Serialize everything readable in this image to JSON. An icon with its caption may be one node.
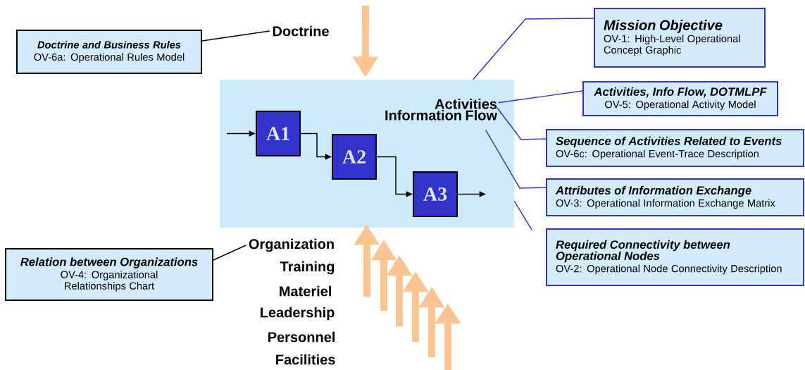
{
  "diagram": {
    "nodes": [
      {
        "text": [
          "Doctrine and Business Rules",
          "OV-6a:  Operational Rules Model"
        ]
      },
      {
        "text": [
          "Doctrine"
        ]
      },
      {
        "text": [
          "Activities Information Flow"
        ]
      },
      {
        "text": [
          "A1"
        ],
        "in": 2
      },
      {
        "text": [
          "A2"
        ],
        "in": 2
      },
      {
        "text": [
          "A3"
        ],
        "in": 2
      },
      {
        "text": [
          "Mission Objective",
          "OV-1:  High-Level Operational Concept Graphic"
        ]
      },
      {
        "text": [
          "Activities, Info Flow, DOTMLPF",
          "OV-5:  Operational Activity Model"
        ]
      },
      {
        "text": [
          "Sequence of Activities Related to Events",
          "OV-6c:  Operational Event-Trace Description"
        ]
      },
      {
        "text": [
          "Attributes of Information Exchange",
          "OV-3: Operational Information Exchange Matrix"
        ]
      },
      {
        "text": [
          "Required Connectivity between Operational Nodes",
          "OV-2: Operational Node Connectivity Description"
        ]
      },
      {
        "text": [
          "Relation between Organizations",
          "OV-4: Organizational Relationships Chart"
        ]
      },
      {
        "text": [
          "Organization"
        ]
      }
    ],
    "edges": [
      {
        "from": 0,
        "to": 1,
        "arrow": "none",
        "color": "#000000"
      },
      {
        "from": 11,
        "to": 12,
        "arrow": "none",
        "color": "#000000"
      },
      {
        "from": null,
        "to": 3,
        "arrow": "to",
        "color": "#000000"
      },
      {
        "from": 3,
        "to": 4,
        "arrow": "to",
        "color": "#000000"
      },
      {
        "from": 4,
        "to": 5,
        "arrow": "to",
        "color": "#000000"
      },
      {
        "from": 5,
        "to": null,
        "arrow": "to",
        "color": "#000000"
      },
      {
        "from": 2,
        "to": 6,
        "arrow": "none",
        "color": "#3333cc"
      },
      {
        "from": 2,
        "to": 7,
        "arrow": "none",
        "color": "#3333cc"
      },
      {
        "from": 2,
        "to": 8,
        "arrow": "none",
        "color": "#3333cc"
      },
      {
        "from": 2,
        "to": 9,
        "arrow": "none",
        "color": "#3333cc"
      },
      {
        "from": 2,
        "to": 10,
        "arrow": "none",
        "color": "#3333cc"
      },
      {
        "from": null,
        "to": 2,
        "arrow": "to",
        "style": "thick",
        "color": "#fbc591"
      },
      {
        "from": null,
        "to": 2,
        "arrow": "to",
        "style": "thick",
        "color": "#fbc591"
      }
    ],
    "labels": [
      "Training",
      "Materiel",
      "Leadership",
      "Personnel",
      "Facilities"
    ]
  }
}
